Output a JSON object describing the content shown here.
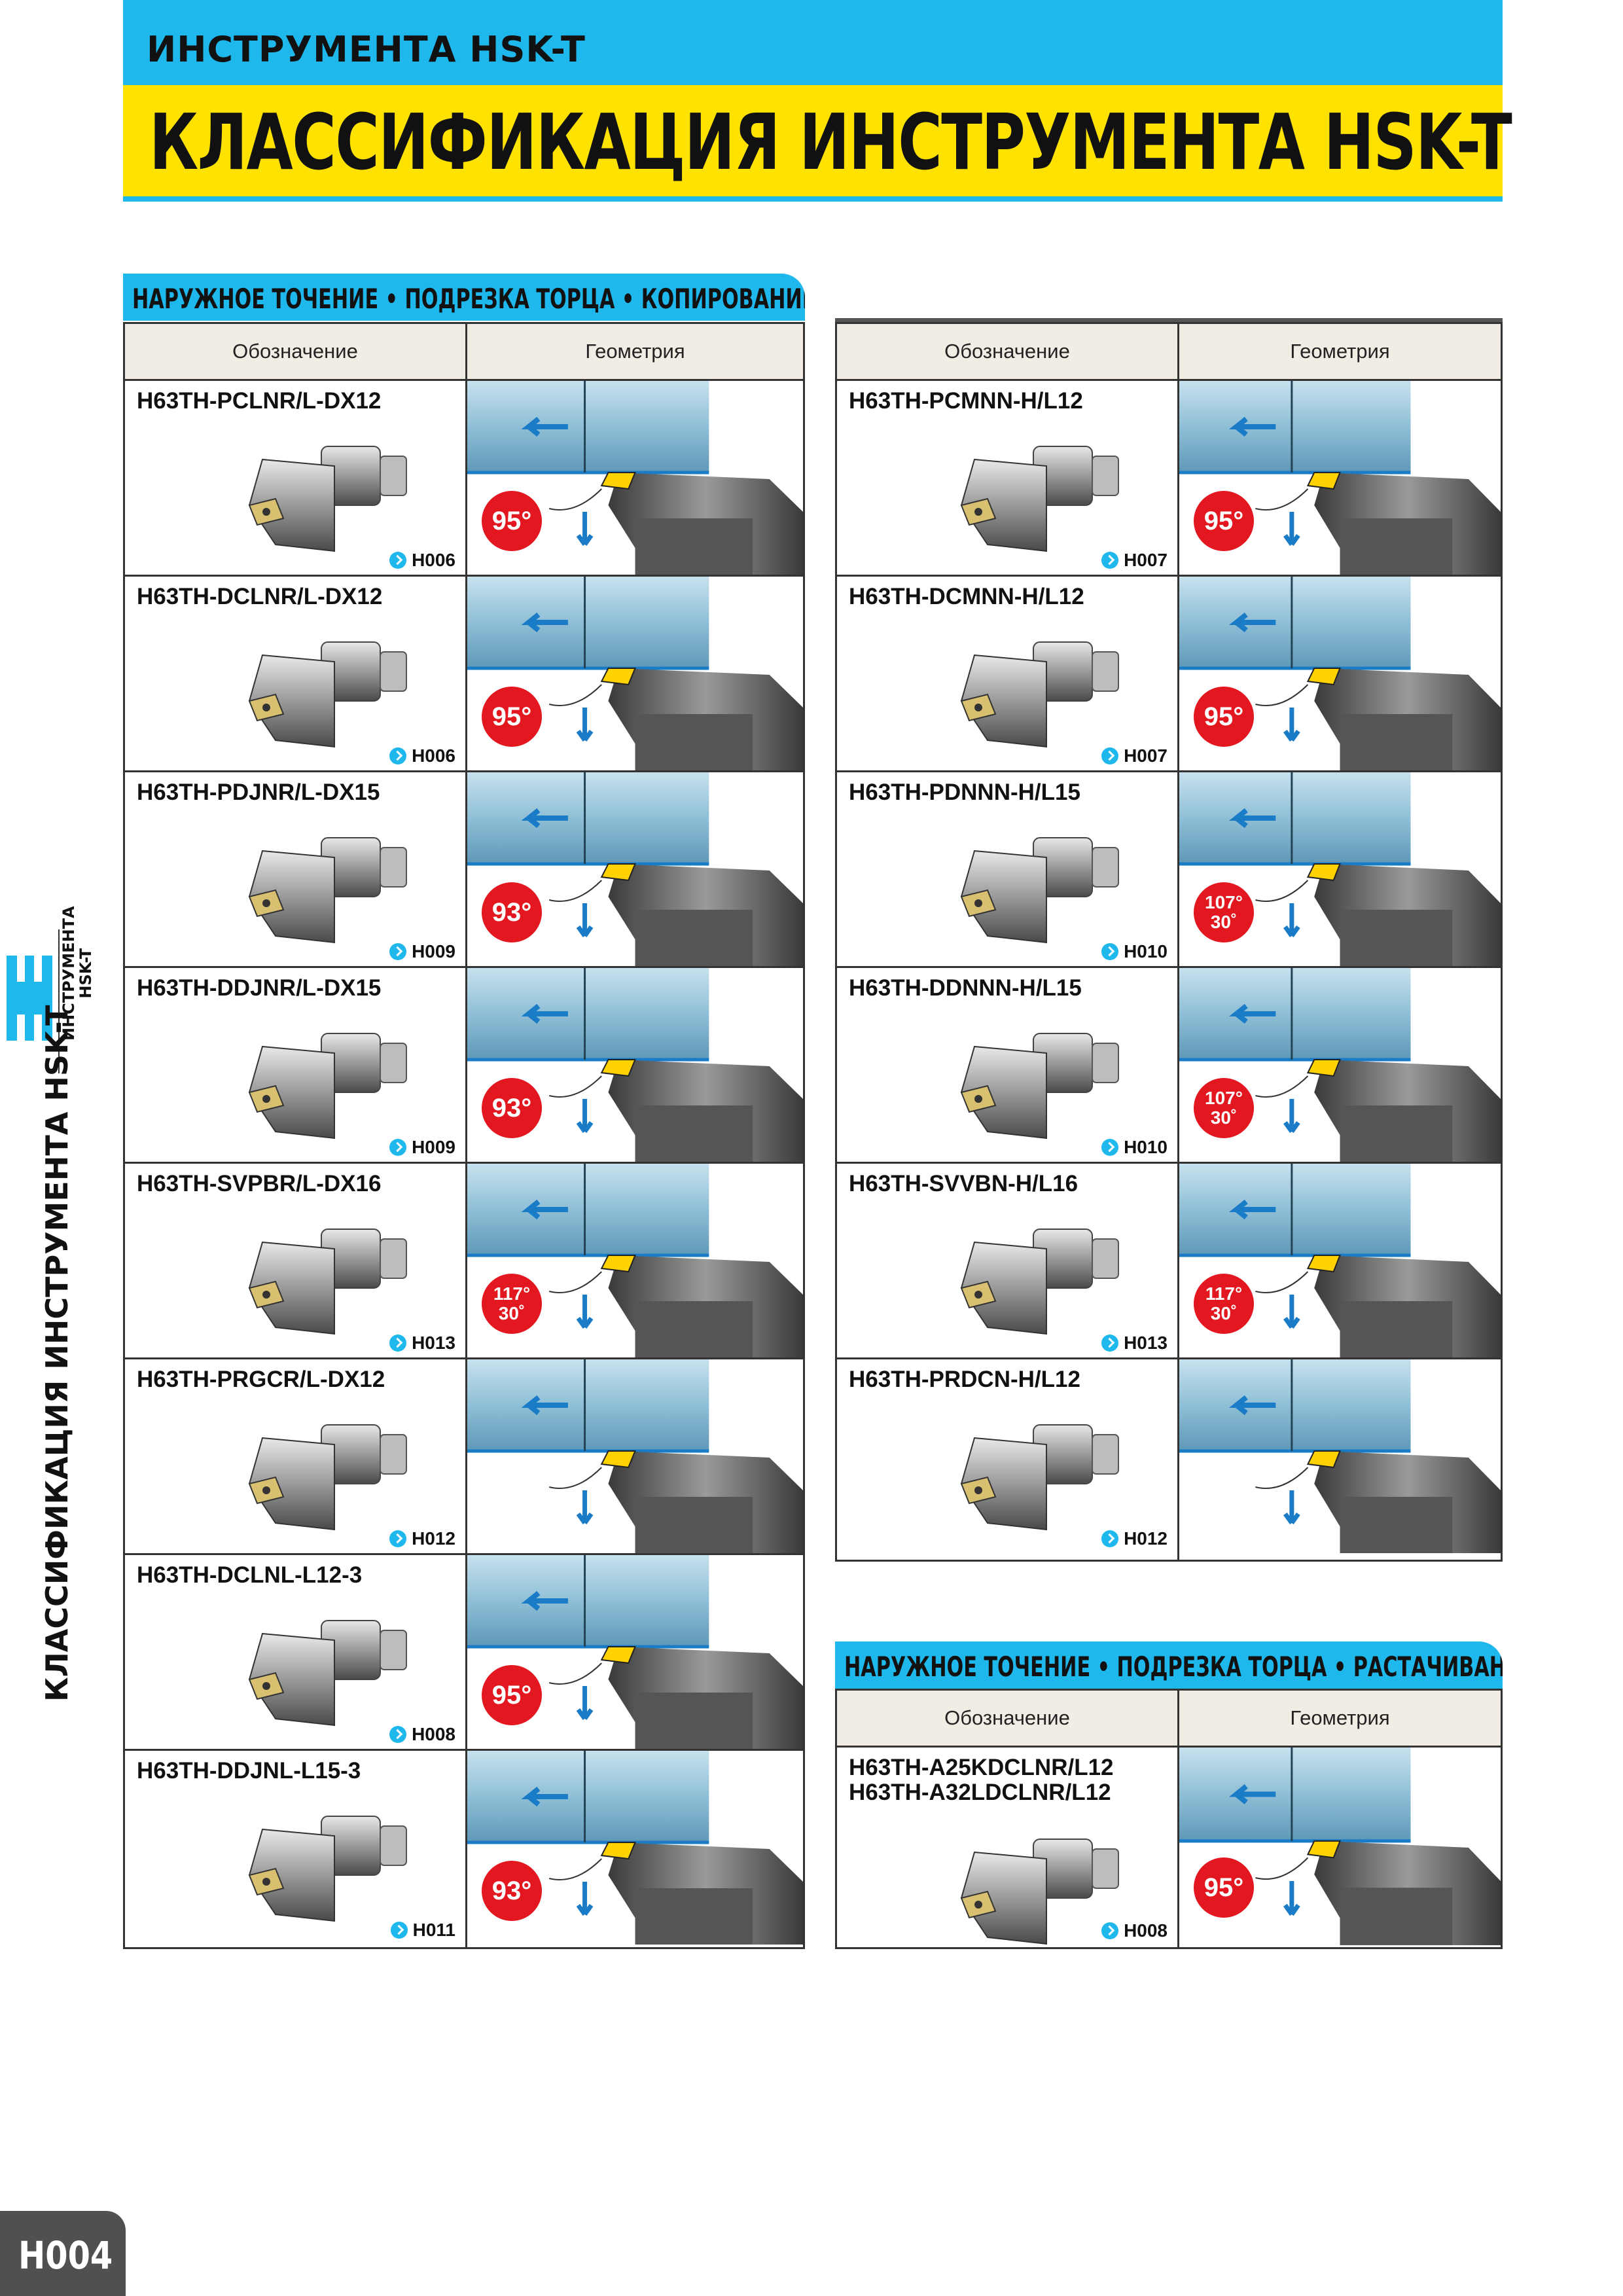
{
  "header": {
    "category": "ИНСТРУМЕНТА HSK-T",
    "title": "КЛАССИФИКАЦИЯ ИНСТРУМЕНТА HSK-T"
  },
  "side": {
    "vertical_text": "КЛАССИФИКАЦИЯ ИНСТРУМЕНТА HSK-T",
    "tab_line1": "ИНСТРУМЕНТА",
    "tab_line2": "HSK-T"
  },
  "section1": {
    "title": "НАРУЖНОЕ ТОЧЕНИЕ • ПОДРЕЗКА ТОРЦА • КОПИРОВАНИЕ",
    "col_designation": "Обозначение",
    "col_geometry": "Геометрия"
  },
  "left_rows": [
    {
      "code": "H63TH-PCLNR/L-DX12",
      "page": "H006",
      "angle": "95°",
      "angle2": ""
    },
    {
      "code": "H63TH-DCLNR/L-DX12",
      "page": "H006",
      "angle": "95°",
      "angle2": ""
    },
    {
      "code": "H63TH-PDJNR/L-DX15",
      "page": "H009",
      "angle": "93°",
      "angle2": ""
    },
    {
      "code": "H63TH-DDJNR/L-DX15",
      "page": "H009",
      "angle": "93°",
      "angle2": ""
    },
    {
      "code": "H63TH-SVPBR/L-DX16",
      "page": "H013",
      "angle": "117°",
      "angle2": "30˚"
    },
    {
      "code": "H63TH-PRGCR/L-DX12",
      "page": "H012",
      "angle": "",
      "angle2": ""
    },
    {
      "code": "H63TH-DCLNL-L12-3",
      "page": "H008",
      "angle": "95°",
      "angle2": ""
    },
    {
      "code": "H63TH-DDJNL-L15-3",
      "page": "H011",
      "angle": "93°",
      "angle2": ""
    }
  ],
  "right_table": {
    "col_designation": "Обозначение",
    "col_geometry": "Геометрия"
  },
  "right_rows": [
    {
      "code": "H63TH-PCMNN-H/L12",
      "page": "H007",
      "angle": "95°",
      "angle2": ""
    },
    {
      "code": "H63TH-DCMNN-H/L12",
      "page": "H007",
      "angle": "95°",
      "angle2": ""
    },
    {
      "code": "H63TH-PDNNN-H/L15",
      "page": "H010",
      "angle": "107°",
      "angle2": "30˚"
    },
    {
      "code": "H63TH-DDNNN-H/L15",
      "page": "H010",
      "angle": "107°",
      "angle2": "30˚"
    },
    {
      "code": "H63TH-SVVBN-H/L16",
      "page": "H013",
      "angle": "117°",
      "angle2": "30˚"
    },
    {
      "code": "H63TH-PRDCN-H/L12",
      "page": "H012",
      "angle": "",
      "angle2": ""
    }
  ],
  "section2": {
    "title": "НАРУЖНОЕ ТОЧЕНИЕ • ПОДРЕЗКА ТОРЦА • РАСТАЧИВАНИЕ",
    "col_designation": "Обозначение",
    "col_geometry": "Геометрия",
    "row": {
      "code": "H63TH-A25KDCLNR/L12\nH63TH-A32LDCLNR/L12",
      "page": "H008",
      "angle": "95°",
      "angle2": ""
    }
  },
  "page_number": "H004",
  "colors": {
    "cyan": "#1fb8ec",
    "yellow": "#ffe200",
    "red": "#e3171f",
    "blue_arrow": "#1a7cc6",
    "workpiece": "#8fbfd6"
  }
}
